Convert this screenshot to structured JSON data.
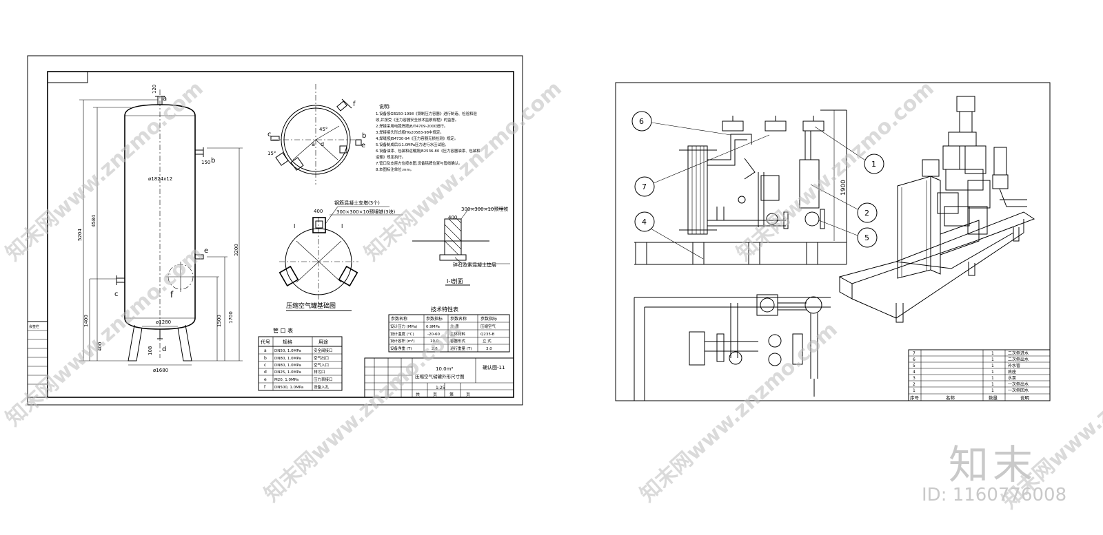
{
  "left_sheet": {
    "dims": {
      "top": "120",
      "d1": "5204",
      "d2": "4584",
      "shell": "ø1824x12",
      "h3200": "3200",
      "h1700": "1700",
      "h1500": "1500",
      "h1400": "1400",
      "h400": "400",
      "h108": "108",
      "base1": "ø1280",
      "base2": "ø1680",
      "n150": "150"
    },
    "nozzle_letters": {
      "a": "a",
      "b": "b",
      "c": "c",
      "d": "d",
      "e": "e",
      "f": "f"
    },
    "plan_letters": {
      "a": "a",
      "b": "b",
      "c": "c",
      "d": "d",
      "e": "e",
      "f": "f",
      "deg1": "45°",
      "deg2": "45°",
      "deg3": "15°",
      "deg4": "45°"
    },
    "notes_title": "说明:",
    "notes": [
      "1.设备按GB150-1998《钢制压力容器》进行制造、检验和验",
      "  收,并按受《压力容器安全技术监察规程》的监督。",
      "2.焊接采用电弧焊按JB/T4709-2000进行。",
      "3.焊接接头形式按HG20583-98中规定。",
      "4.焊缝按JB4730-94《压力容器无损检测》规定。",
      "5.设备制成后以1.0MPa压力进行水压试验。",
      "6.设备油漆、包装和运输按JB2536-80《压力容器油漆、包装和",
      "  运输》规定执行。",
      "7.管口及支座方位按本图,设备铭牌位置与管线确认。",
      "8.本图标注单位:mm。"
    ],
    "foundation": {
      "label_top": "钢筋混凝土支墩(3个)",
      "plate": "300×300×10预埋铁(3块)",
      "w400": "400",
      "sec_mark": "I",
      "title": "压缩空气罐基础图"
    },
    "section": {
      "plate": "300×300×10预埋铁",
      "w400": "400",
      "fill": "碎石及素混凝土垫层",
      "title": "I-I剖面"
    },
    "nozzle_table": {
      "title": "管 口 表",
      "headers": [
        "代号",
        "规格",
        "用途"
      ],
      "rows": [
        [
          "a",
          "DN50, 1.0MPa",
          "安全阀接口"
        ],
        [
          "b",
          "DN80, 1.0MPa",
          "空气出口"
        ],
        [
          "c",
          "DN80, 1.0MPa",
          "空气入口"
        ],
        [
          "d",
          "DN25, 1.0MPa",
          "排污口"
        ],
        [
          "e",
          "M20, 1.0MPa",
          "压力表接口"
        ],
        [
          "f",
          "DN500, 1.0MPa",
          "设备入孔"
        ]
      ]
    },
    "tech_table": {
      "title": "技术特性表",
      "headers": [
        "参数名称",
        "参数指标",
        "参数名称",
        "参数指标"
      ],
      "rows": [
        [
          "设计压力 (MPa)",
          "0.9MPa",
          "介 质",
          "压缩空气"
        ],
        [
          "设计温度 (°C)",
          "-20-60",
          "主体材料",
          "Q235-B"
        ],
        [
          "设计容积 (m³)",
          "10.0",
          "容器形式",
          "立 式"
        ],
        [
          "设备净重 (T)",
          "2.6",
          "运行重量 (T)",
          "3.0"
        ]
      ]
    },
    "title_block": {
      "volume": "10.0m³",
      "name": "压缩空气储罐外形尺寸图",
      "code": "确认图-11",
      "cells": [
        "共",
        "页",
        "第",
        "页"
      ],
      "scale": "1:25"
    },
    "side_stamp": [
      "会签栏",
      "",
      "",
      "",
      "",
      "",
      "",
      ""
    ]
  },
  "right_sheet": {
    "callouts": [
      "1",
      "2",
      "4",
      "5",
      "6",
      "7"
    ],
    "dim_1900": "1900",
    "bom": {
      "rows": [
        [
          "7",
          "",
          "1",
          "二次侧进水"
        ],
        [
          "6",
          "",
          "1",
          "二次侧出水"
        ],
        [
          "5",
          "",
          "1",
          "补水管"
        ],
        [
          "4",
          "",
          "1",
          "底座"
        ],
        [
          "3",
          "",
          "1",
          "水泵"
        ],
        [
          "2",
          "",
          "1",
          "一次侧出水"
        ],
        [
          "1",
          "",
          "1",
          "一次侧回水"
        ]
      ],
      "footer": [
        "序号",
        "名称",
        "数量",
        "说明"
      ]
    }
  },
  "watermark": {
    "text": "知末网www.znzmo.com",
    "logo": "知末",
    "id": "ID: 1160776008"
  }
}
